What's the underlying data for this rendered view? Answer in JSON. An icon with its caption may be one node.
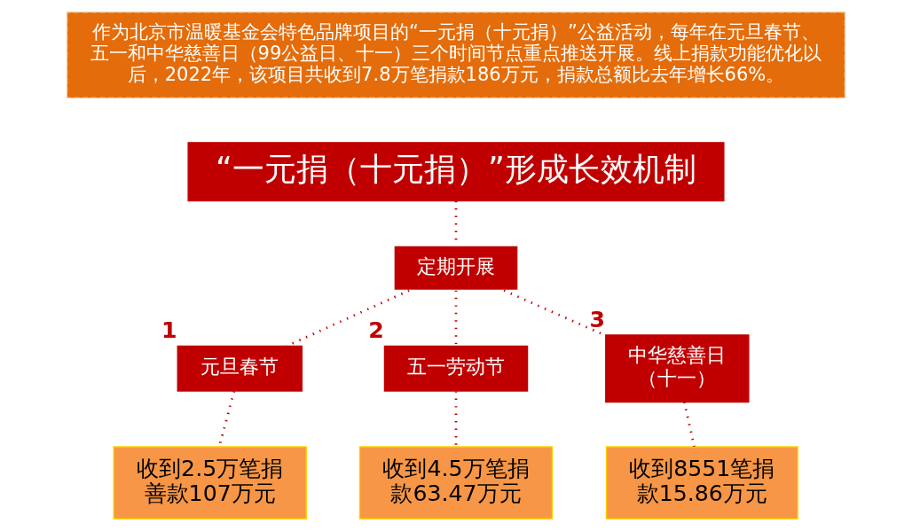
{
  "diagram": {
    "nodes": [
      {
        "text": [
          "作为北京市温暖基金会特色品牌项目的“一元捐（十元捐）”公益活动，每年在元旦春节、五一和中华慈善日（99公益日、十一）三个时间节点重点推送开展。线上捐款功能优化以后，2022年，该项目共收到7.8万笔捐款186万元，捐款总额比去年增长66%。"
        ]
      },
      {
        "text": [
          "“一元捐（十元捐）”形成长效机制"
        ]
      },
      {
        "text": [
          "定期开展"
        ]
      },
      {
        "text": [
          "元旦春节"
        ],
        "beside": [
          "1"
        ]
      },
      {
        "text": [
          "五一劳动节"
        ],
        "beside": [
          "2"
        ]
      },
      {
        "text": [
          "中华慈善日（十一）"
        ],
        "beside": [
          "3"
        ]
      },
      {
        "text": [
          "收到2.5万笔捐善款107万元"
        ]
      },
      {
        "text": [
          "收到4.5万笔捐款63.47万元"
        ]
      },
      {
        "text": [
          "收到8551笔捐款15.86万元"
        ]
      }
    ],
    "edges": [
      {
        "from": 1,
        "to": 2,
        "arrow": "none",
        "style": "dashed"
      },
      {
        "from": 2,
        "to": 3,
        "arrow": "none",
        "style": "dashed"
      },
      {
        "from": 2,
        "to": 4,
        "arrow": "none",
        "style": "dashed"
      },
      {
        "from": 2,
        "to": 5,
        "arrow": "none",
        "style": "dashed"
      },
      {
        "from": 3,
        "to": 6,
        "arrow": "none",
        "style": "dashed"
      },
      {
        "from": 4,
        "to": 7,
        "arrow": "none",
        "style": "dashed"
      },
      {
        "from": 5,
        "to": 8,
        "arrow": "none",
        "style": "dashed"
      }
    ]
  }
}
